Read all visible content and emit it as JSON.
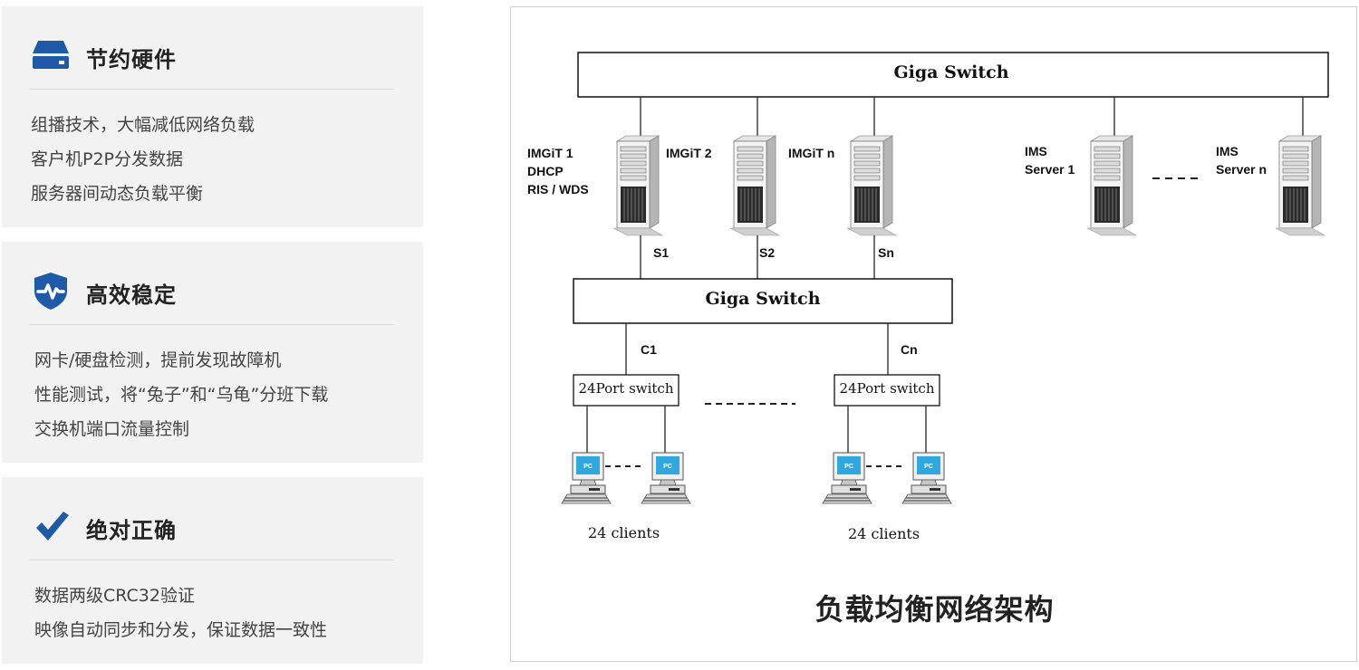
{
  "features": [
    {
      "icon": "server-box-icon",
      "title": "节约硬件",
      "items": [
        "组播技术，大幅减低网络负载",
        "客户机P2P分发数据",
        "服务器间动态负载平衡"
      ]
    },
    {
      "icon": "shield-pulse-icon",
      "title": "高效稳定",
      "items": [
        "网卡/硬盘检测，提前发现故障机",
        "性能测试，将“兔子”和“乌龟”分班下载",
        "交换机端口流量控制"
      ]
    },
    {
      "icon": "checkmark-icon",
      "title": "绝对正确",
      "items": [
        "数据两级CRC32验证",
        "映像自动同步和分发，保证数据一致性"
      ]
    }
  ],
  "diagram": {
    "caption": "负载均衡网络架构",
    "top_switch": "Giga Switch",
    "mid_switch": "Giga Switch",
    "servers": [
      {
        "label_lines": [
          "IMGiT 1",
          "DHCP",
          "RIS / WDS"
        ],
        "link": "S1"
      },
      {
        "label_lines": [
          "IMGiT 2"
        ],
        "link": "S2"
      },
      {
        "label_lines": [
          "IMGiT n"
        ],
        "link": "Sn"
      }
    ],
    "ims_servers": [
      {
        "label_lines": [
          "IMS",
          "Server 1"
        ]
      },
      {
        "label_lines": [
          "IMS",
          "Server n"
        ]
      }
    ],
    "port_switches": [
      {
        "label": "24Port switch",
        "uplink": "C1",
        "clients": "24 clients"
      },
      {
        "label": "24Port switch",
        "uplink": "Cn",
        "clients": "24 clients"
      }
    ],
    "pc_label": "PC"
  },
  "colors": {
    "accent": "#1e5aa8",
    "card_bg": "#f2f2f2",
    "monitor_screen": "#2fa8e0"
  }
}
